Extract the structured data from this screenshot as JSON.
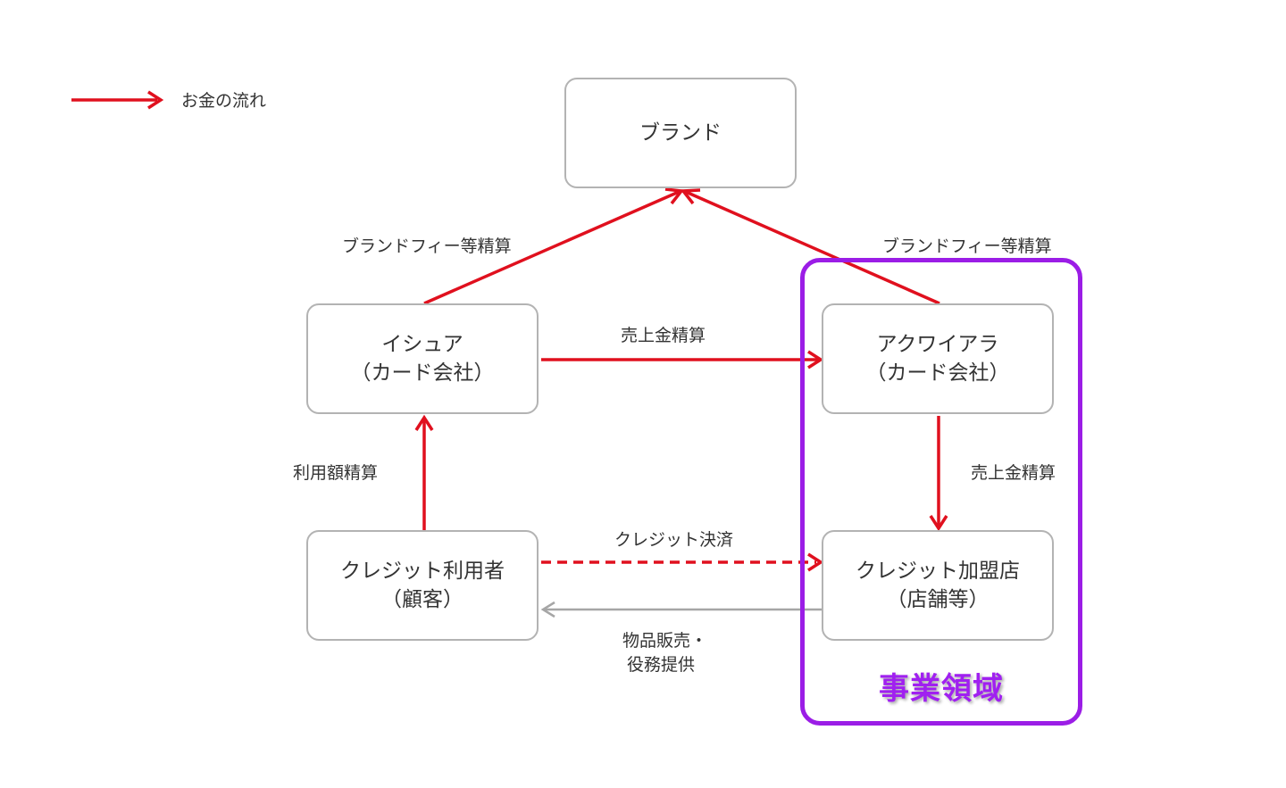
{
  "legend": {
    "label": "お金の流れ"
  },
  "nodes": {
    "brand": {
      "line1": "ブランド"
    },
    "issuer": {
      "line1": "イシュア",
      "line2": "（カード会社）"
    },
    "acquirer": {
      "line1": "アクワイアラ",
      "line2": "（カード会社）"
    },
    "user": {
      "line1": "クレジット利用者",
      "line2": "（顧客）"
    },
    "merchant": {
      "line1": "クレジット加盟店",
      "line2": "（店舗等）"
    }
  },
  "edges": {
    "issuer_to_brand": "ブランドフィー等精算",
    "acquirer_to_brand": "ブランドフィー等精算",
    "issuer_to_acquirer": "売上金精算",
    "acquirer_to_merchant": "売上金精算",
    "user_to_issuer": "利用額精算",
    "user_to_merchant": "クレジット決済",
    "merchant_to_user_line1": "物品販売・",
    "merchant_to_user_line2": "役務提供"
  },
  "region": {
    "label": "事業領域"
  },
  "colors": {
    "money": "#e0101e",
    "goods": "#a6a6a6",
    "region": "#9b1de6",
    "node_border": "#b3b3b3"
  }
}
